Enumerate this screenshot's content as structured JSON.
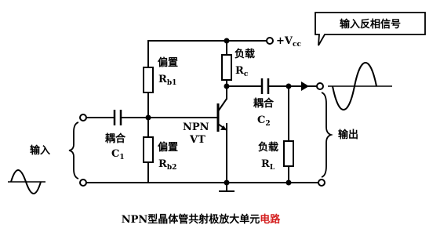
{
  "title": {
    "main": "NPN型晶体管共射极放大单元",
    "tail": "电路"
  },
  "callout": {
    "text": "输入反相信号"
  },
  "supply": {
    "label": "+V",
    "sub": "cc"
  },
  "input": {
    "label": "输入"
  },
  "output": {
    "label": "输出"
  },
  "bias_top": {
    "name": "偏置",
    "sym": "R",
    "sub": "b1"
  },
  "bias_bottom": {
    "name": "偏置",
    "sym": "R",
    "sub": "b2"
  },
  "load_collector": {
    "name": "负载",
    "sym": "R",
    "sub": "c"
  },
  "load_output": {
    "name": "负载",
    "sym": "R",
    "sub": "L"
  },
  "coupling_in": {
    "name": "耦合",
    "sym": "C",
    "sub": "1"
  },
  "coupling_out": {
    "name": "耦合",
    "sym": "C",
    "sub": "2"
  },
  "transistor": {
    "type": "NPN",
    "sym": "VT"
  },
  "colors": {
    "ink": "#000000",
    "paper": "#ffffff",
    "accent": "#d42020"
  }
}
